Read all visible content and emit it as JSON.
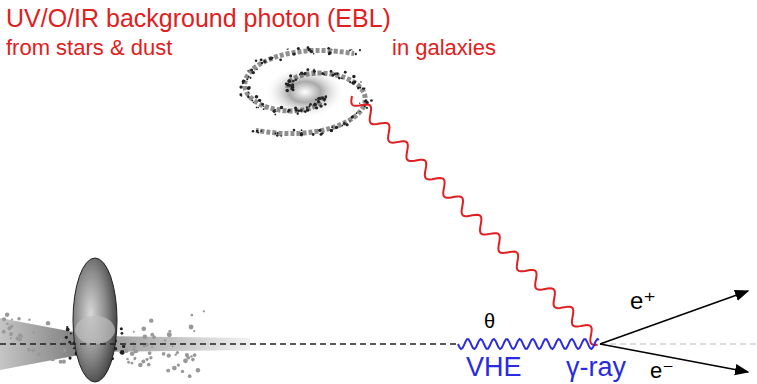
{
  "diagram": {
    "labels": [
      "UV/O/IR background photon (EBL)",
      "from stars & dust",
      "in galaxies",
      "θ",
      "e⁺",
      "VHE",
      "γ-ray",
      "e⁻"
    ]
  }
}
